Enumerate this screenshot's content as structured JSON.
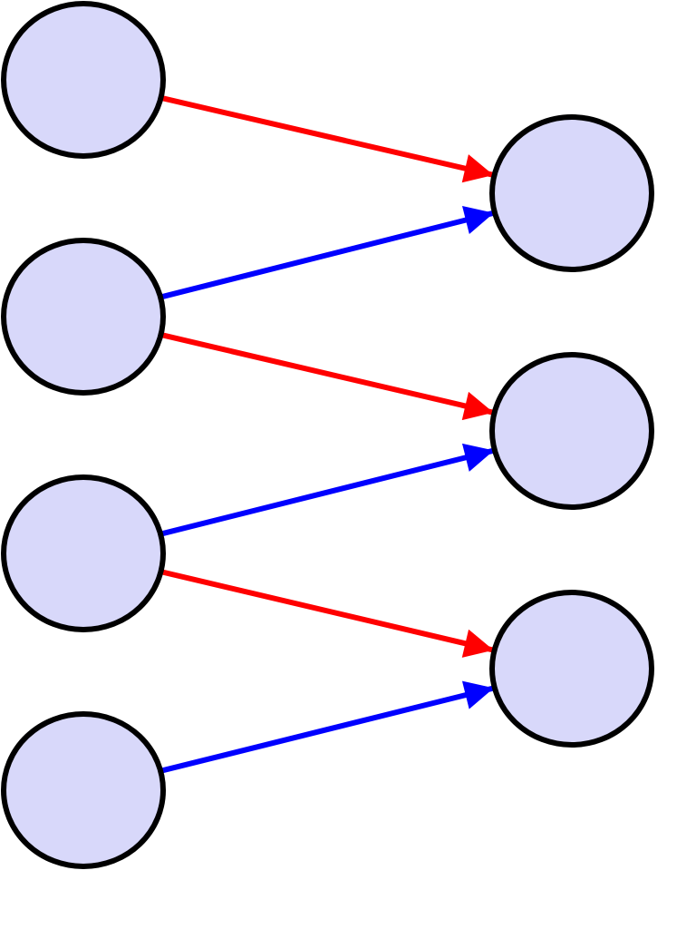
{
  "colors": {
    "node_fill": "#d8d8fa",
    "node_stroke": "#000000",
    "edge_red": "#ff0000",
    "edge_blue": "#0000ff",
    "background": "#ffffff"
  },
  "nodes": [
    {
      "id": "left-1",
      "column": "left"
    },
    {
      "id": "left-2",
      "column": "left"
    },
    {
      "id": "left-3",
      "column": "left"
    },
    {
      "id": "left-4",
      "column": "left"
    },
    {
      "id": "right-1",
      "column": "right"
    },
    {
      "id": "right-2",
      "column": "right"
    },
    {
      "id": "right-3",
      "column": "right"
    }
  ],
  "edges": [
    {
      "from": "left-1",
      "to": "right-1",
      "color": "red"
    },
    {
      "from": "left-2",
      "to": "right-1",
      "color": "blue"
    },
    {
      "from": "left-2",
      "to": "right-2",
      "color": "red"
    },
    {
      "from": "left-3",
      "to": "right-2",
      "color": "blue"
    },
    {
      "from": "left-3",
      "to": "right-3",
      "color": "red"
    },
    {
      "from": "left-4",
      "to": "right-3",
      "color": "blue"
    }
  ]
}
